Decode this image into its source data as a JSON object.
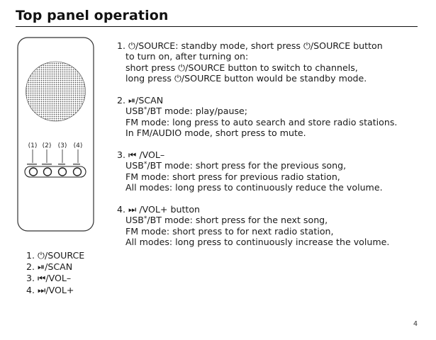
{
  "header": {
    "title": "Top panel operation",
    "page_number": "4"
  },
  "instructions": [
    {
      "lines": [
        "1. ⏻/SOURCE: standby mode, short press ⏻/SOURCE button",
        "to turn on, after turning on:",
        "short press ⏻/SOURCE button to switch to channels,",
        "long press ⏻/SOURCE button would be standby mode."
      ]
    },
    {
      "lines": [
        "2. ⏯/SCAN",
        "USB*/BT mode: play/pause;",
        "FM mode: long press to auto search and store radio stations.",
        "In FM/AUDIO mode, short press to mute."
      ]
    },
    {
      "lines": [
        "3. ⏮ /VOL–",
        "USB*/BT mode: short press for the previous song,",
        "FM mode: short press for previous radio station,",
        "All modes: long press to continuously reduce the volume."
      ]
    },
    {
      "lines": [
        "4. ⏭ /VOL+ button",
        "USB*/BT mode: short press for the next song,",
        "FM mode: short press to for next radio station,",
        "All modes: long press to continuously increase the volume."
      ]
    }
  ],
  "device": {
    "callouts": [
      "(1)",
      "(2)",
      "(3)",
      "(4)"
    ]
  },
  "legend": [
    "1. ⏻/SOURCE",
    "2. ⏯/SCAN",
    "3. ⏮/VOL–",
    "4. ⏭/VOL+"
  ]
}
